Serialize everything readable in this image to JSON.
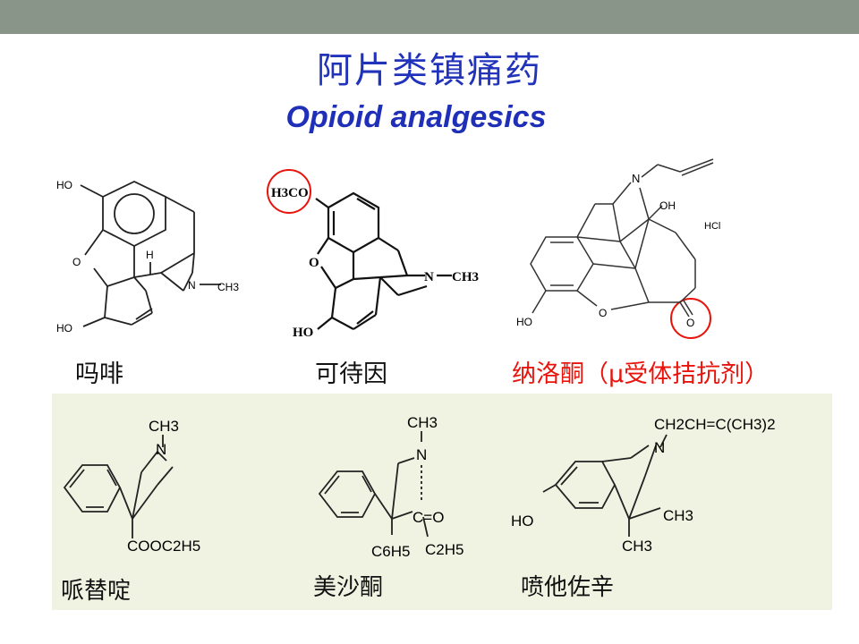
{
  "slide": {
    "title_cn": "阿片类镇痛药",
    "title_en": "Opioid analgesics"
  },
  "molecules": {
    "morphine": {
      "name": "吗啡",
      "atoms": {
        "ho_top": "HO",
        "ho_bottom": "HO",
        "o_ring": "O",
        "h": "H",
        "n": "N",
        "ch3": "CH3"
      }
    },
    "codeine": {
      "name": "可待因",
      "atoms": {
        "h3co": "H3CO",
        "o_ring": "O",
        "ho": "HO",
        "n": "N",
        "ch3": "CH3"
      }
    },
    "naloxone": {
      "name": "纳洛酮（μ受体拮抗剂）",
      "atoms": {
        "n": "N",
        "oh": "OH",
        "hcl": "HCl",
        "ho": "HO",
        "o_ring": "O",
        "o_keto": "O"
      }
    },
    "pethidine": {
      "name": "哌替啶",
      "atoms": {
        "ch3": "CH3",
        "n": "N",
        "ester": "COOC2H5"
      }
    },
    "methadone": {
      "name": "美沙酮",
      "atoms": {
        "ch3": "CH3",
        "n": "N",
        "co": "C=O",
        "c2h5": "C2H5",
        "c6h5": "C6H5"
      }
    },
    "pentazocine": {
      "name": "喷他佐辛",
      "atoms": {
        "side_chain": "CH2CH=C(CH3)2",
        "n": "N",
        "ho": "HO",
        "ch3_a": "CH3",
        "ch3_b": "CH3"
      }
    }
  },
  "colors": {
    "title": "#2233bb",
    "highlight_circle": "#e8140c",
    "naloxone_label": "#e8140c",
    "topbar": "#8a958a",
    "lower_panel": "#f1f3e2"
  }
}
